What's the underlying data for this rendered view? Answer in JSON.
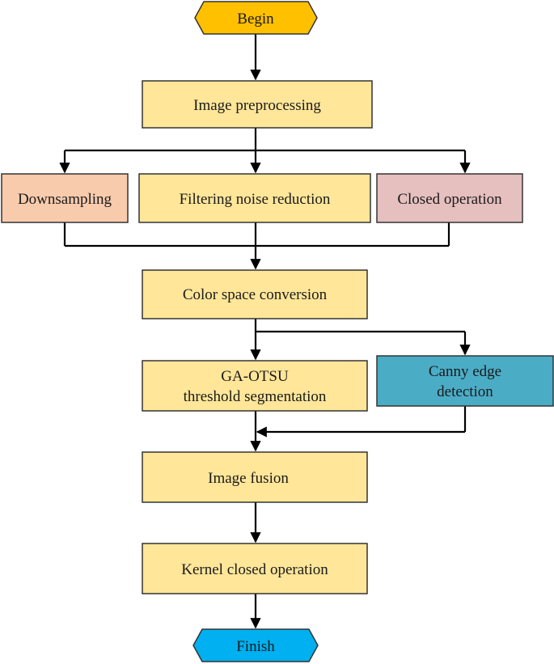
{
  "nodes": {
    "begin": {
      "label": "Begin",
      "color": "#FFC000"
    },
    "preprocessing": {
      "label": "Image preprocessing",
      "color": "#FFE699"
    },
    "downsampling": {
      "label": "Downsampling",
      "color": "#F8CBAD"
    },
    "filtering": {
      "label": "Filtering noise reduction",
      "color": "#FFE699"
    },
    "closed_op": {
      "label": "Closed operation",
      "color": "#E6BFBF"
    },
    "color_space": {
      "label": "Color space conversion",
      "color": "#FFE699"
    },
    "ga_otsu": {
      "line1": "GA-OTSU",
      "line2": "threshold segmentation",
      "color": "#FFE699"
    },
    "canny": {
      "line1": "Canny edge",
      "line2": "detection",
      "color": "#4BACC6"
    },
    "fusion": {
      "label": "Image fusion",
      "color": "#FFE699"
    },
    "kernel": {
      "label": "Kernel closed operation",
      "color": "#FFE699"
    },
    "finish": {
      "label": "Finish",
      "color": "#00B0F0"
    }
  }
}
